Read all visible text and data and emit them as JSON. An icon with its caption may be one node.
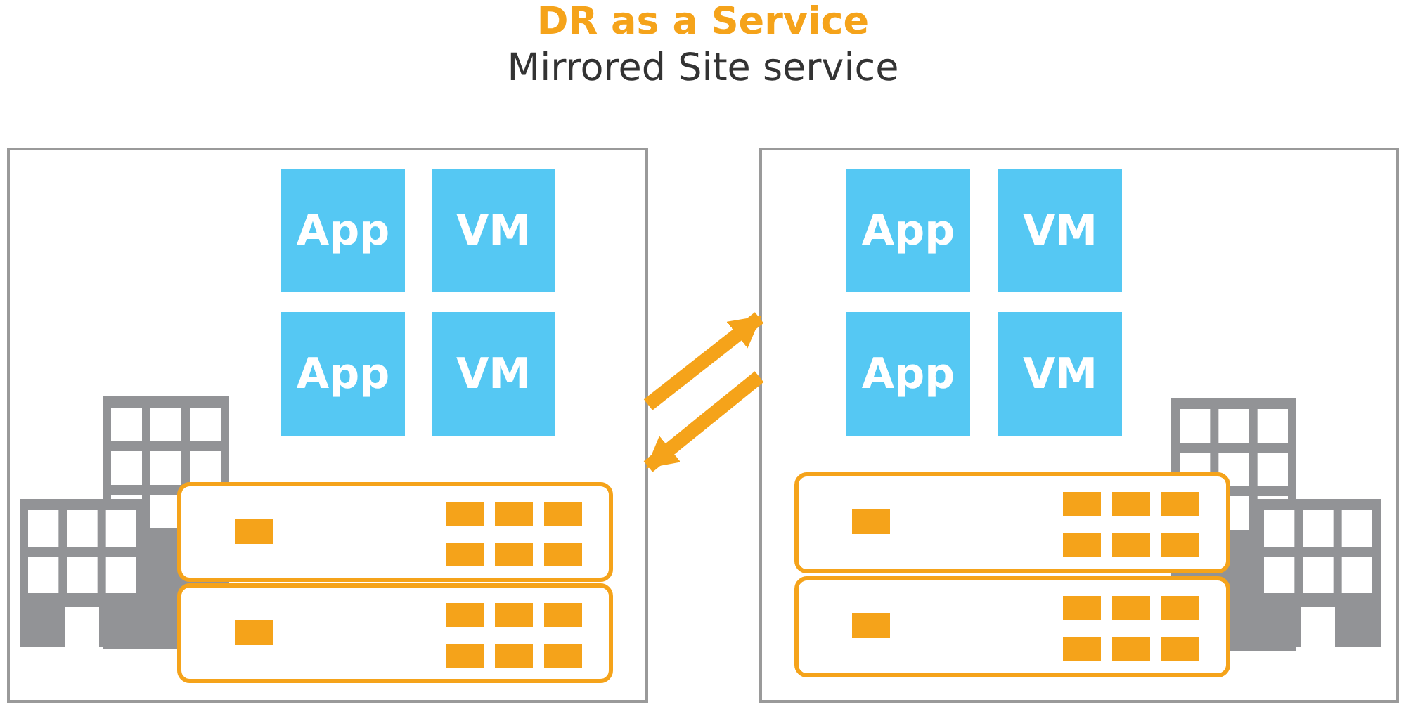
{
  "diagram": {
    "title": "DR as a Service",
    "nodes": [
      {
        "text": [],
        "shape": "box"
      },
      {
        "text": [
          "App"
        ],
        "in": 0
      },
      {
        "text": [
          "VM"
        ],
        "in": 0
      },
      {
        "text": [
          "App"
        ],
        "in": 0
      },
      {
        "text": [
          "VM"
        ],
        "in": 0
      },
      {
        "text": [],
        "shape": "box",
        "in": 0
      },
      {
        "text": [],
        "shape": "box",
        "in": 0
      },
      {
        "text": [],
        "shape": "box"
      },
      {
        "text": [
          "App"
        ],
        "in": 7
      },
      {
        "text": [
          "VM"
        ],
        "in": 7
      },
      {
        "text": [
          "App"
        ],
        "in": 7
      },
      {
        "text": [
          "VM"
        ],
        "in": 7
      },
      {
        "text": [],
        "shape": "box",
        "in": 7
      },
      {
        "text": [],
        "shape": "box",
        "in": 7
      }
    ],
    "edges": [
      {
        "from": 0,
        "to": 7,
        "arrow": "to"
      },
      {
        "from": 7,
        "to": 0,
        "arrow": "to"
      }
    ],
    "labels": [
      "Mirrored Site service"
    ]
  }
}
